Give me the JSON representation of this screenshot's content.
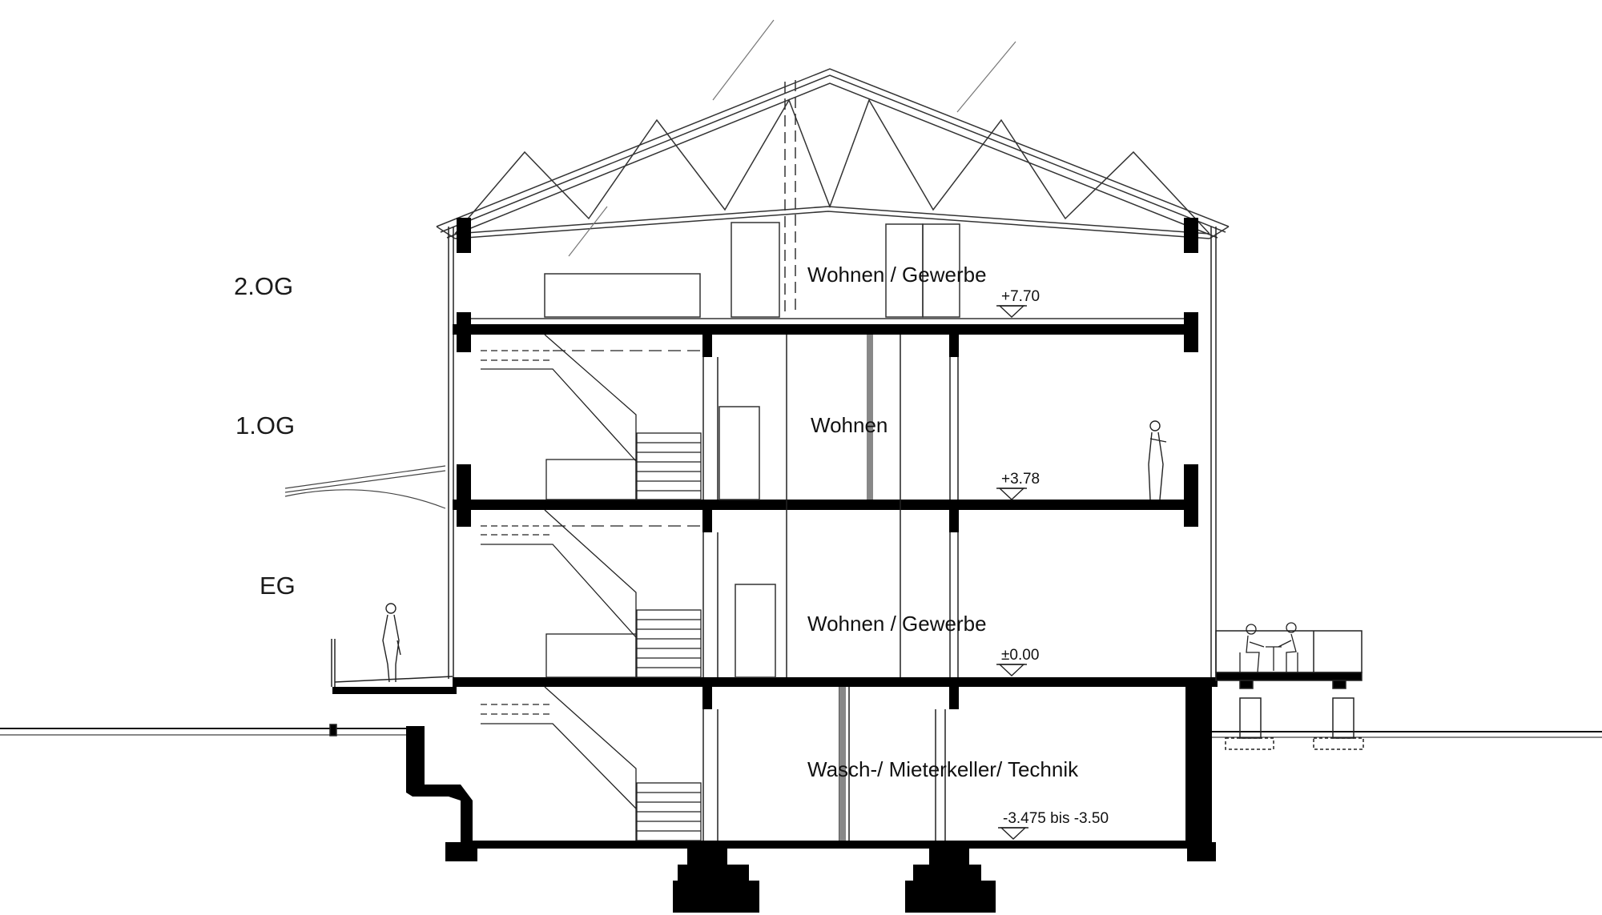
{
  "levels": {
    "og2": "2.OG",
    "og1": "1.OG",
    "eg": "EG"
  },
  "rooms": {
    "og2": "Wohnen / Gewerbe",
    "og1": "Wohnen",
    "eg": "Wohnen / Gewerbe",
    "ug": "Wasch-/ Mieterkeller/ Technik"
  },
  "elevations": {
    "og2": "+7.70",
    "og1": "+3.78",
    "eg": "±0.00",
    "ug": "-3.475 bis -3.50"
  }
}
